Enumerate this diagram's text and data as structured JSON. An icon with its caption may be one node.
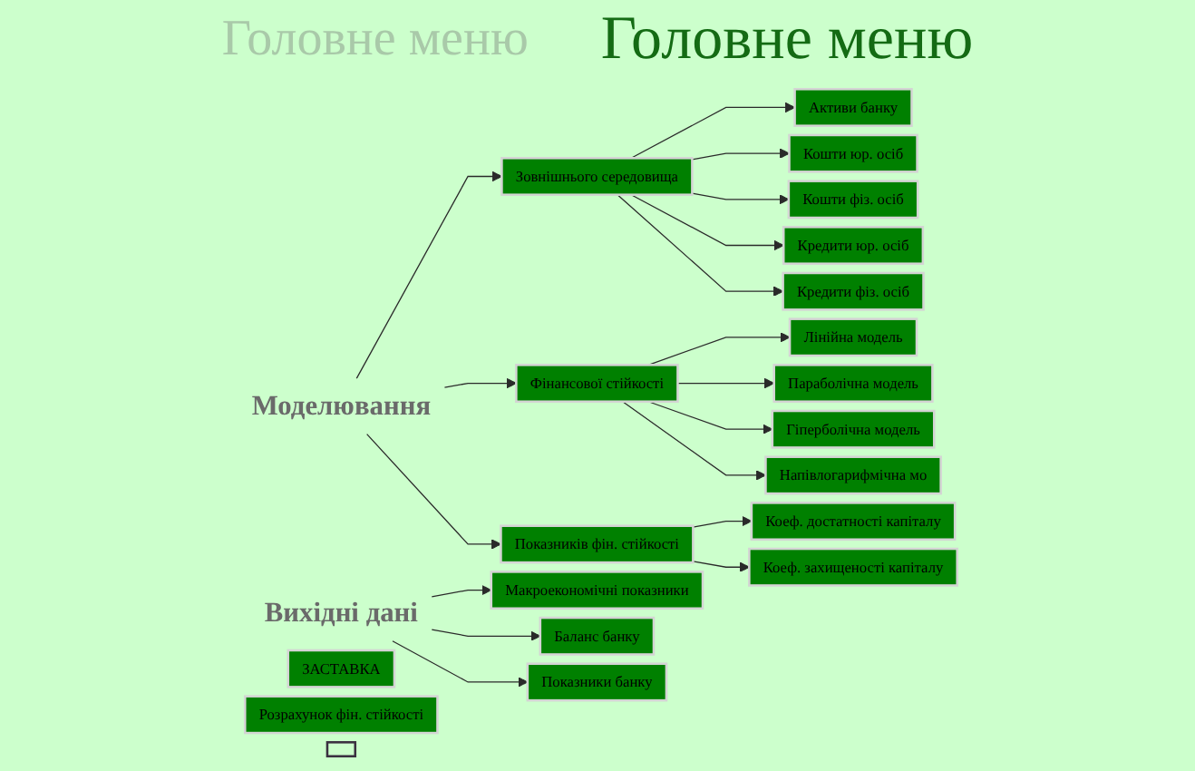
{
  "diagram": {
    "title": "Головне меню",
    "nodes": [
      {
        "text": [
          "ЗАСТАВКА"
        ]
      },
      {
        "text": [
          "Вихідні дані"
        ]
      },
      {
        "text": [
          "Макроекономічні показники"
        ]
      },
      {
        "text": [
          "Баланс банку"
        ]
      },
      {
        "text": [
          "Показники банку"
        ]
      },
      {
        "text": [
          "Розрахунок фін. стійкості"
        ]
      },
      {
        "text": [
          "Моделювання"
        ]
      },
      {
        "text": [],
        "shape": "box"
      },
      {
        "text": [
          "Зовнішнього середовища"
        ]
      },
      {
        "text": [
          "Активи банку"
        ]
      },
      {
        "text": [
          "Кошти юр. осіб"
        ]
      },
      {
        "text": [
          "Кошти фіз. осіб"
        ]
      },
      {
        "text": [
          "Кредити юр. осіб"
        ]
      },
      {
        "text": [
          "Кредити фіз. осіб"
        ]
      },
      {
        "text": [
          "Фінансової стійкості"
        ]
      },
      {
        "text": [
          "Лінійна модель"
        ]
      },
      {
        "text": [
          "Параболічна модель"
        ]
      },
      {
        "text": [
          "Гіперболічна модель"
        ]
      },
      {
        "text": [
          "Напівлогарифмічна мо"
        ]
      },
      {
        "text": [
          "Показників фін. стійкості"
        ]
      },
      {
        "text": [
          "Коеф. достатності капіталу"
        ]
      },
      {
        "text": [
          "Коеф. захищеності капіталу"
        ]
      }
    ],
    "edges": [
      {
        "from": 1,
        "to": 2,
        "arrow": "to"
      },
      {
        "from": 1,
        "to": 3,
        "arrow": "to"
      },
      {
        "from": 1,
        "to": 4,
        "arrow": "to"
      },
      {
        "from": 6,
        "to": 8,
        "arrow": "to"
      },
      {
        "from": 6,
        "to": 14,
        "arrow": "to"
      },
      {
        "from": 6,
        "to": 19,
        "arrow": "to"
      },
      {
        "from": 8,
        "to": 9,
        "arrow": "to"
      },
      {
        "from": 8,
        "to": 10,
        "arrow": "to"
      },
      {
        "from": 8,
        "to": 11,
        "arrow": "to"
      },
      {
        "from": 8,
        "to": 12,
        "arrow": "to"
      },
      {
        "from": 8,
        "to": 13,
        "arrow": "to"
      },
      {
        "from": 14,
        "to": 15,
        "arrow": "to"
      },
      {
        "from": 14,
        "to": 16,
        "arrow": "to"
      },
      {
        "from": 14,
        "to": 17,
        "arrow": "to"
      },
      {
        "from": 14,
        "to": 18,
        "arrow": "to"
      },
      {
        "from": 19,
        "to": 20,
        "arrow": "to"
      },
      {
        "from": 19,
        "to": 21,
        "arrow": "to"
      }
    ],
    "labels": [
      "Головне меню"
    ]
  }
}
